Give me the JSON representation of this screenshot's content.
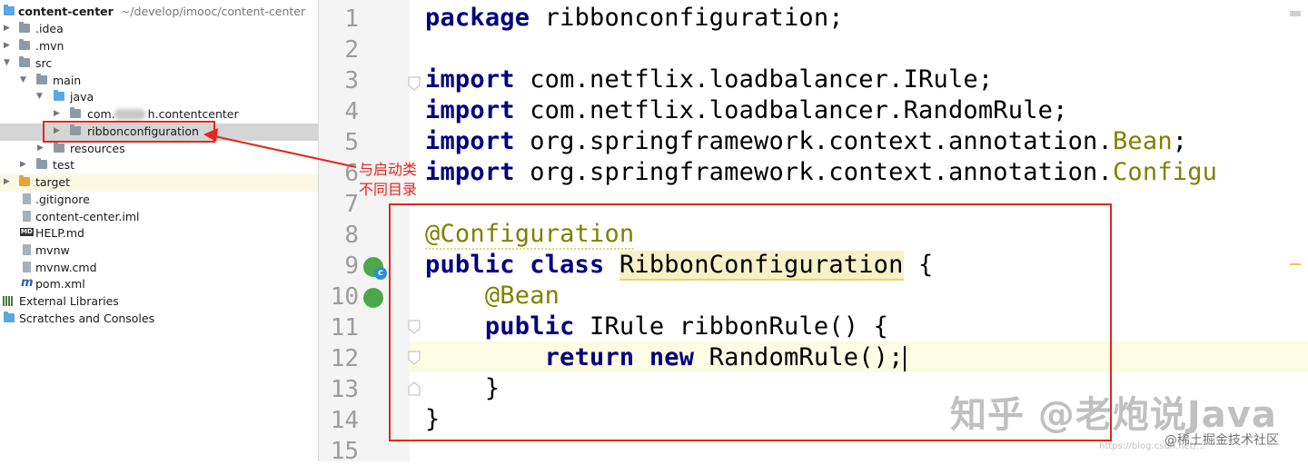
{
  "project_tree": {
    "root": {
      "name": "content-center",
      "path": "~/develop/imooc/content-center"
    },
    "items": [
      {
        "label": ".idea"
      },
      {
        "label": ".mvn"
      },
      {
        "label": "src"
      },
      {
        "label": "main"
      },
      {
        "label": "java"
      },
      {
        "label_left": "com.",
        "label_right": "h.contentcenter"
      },
      {
        "label": "ribbonconfiguration"
      },
      {
        "label": "resources"
      },
      {
        "label": "test"
      },
      {
        "label": "target"
      },
      {
        "label": ".gitignore"
      },
      {
        "label": "content-center.iml"
      },
      {
        "label": "HELP.md"
      },
      {
        "label": "mvnw"
      },
      {
        "label": "mvnw.cmd"
      },
      {
        "label": "pom.xml"
      },
      {
        "label": "External Libraries"
      },
      {
        "label": "Scratches and Consoles"
      }
    ]
  },
  "annotation": {
    "line1": "与启动类",
    "line2": "不同目录"
  },
  "editor": {
    "line_numbers": [
      "1",
      "2",
      "3",
      "4",
      "5",
      "6",
      "7",
      "8",
      "9",
      "10",
      "11",
      "12",
      "13",
      "14",
      "15"
    ],
    "lines": [
      {
        "kw": "package",
        "text": " ribbonconfiguration;"
      },
      {
        "text": ""
      },
      {
        "kw": "import",
        "text": " com.netflix.loadbalancer.IRule;"
      },
      {
        "kw": "import",
        "text": " com.netflix.loadbalancer.RandomRule;"
      },
      {
        "kw": "import",
        "text": " org.springframework.context.annotation.",
        "ann": "Bean",
        "tail": ";"
      },
      {
        "kw": "import",
        "text": " org.springframework.context.annotation.",
        "ann": "Configu"
      },
      {
        "text": ""
      },
      {
        "ann": "@Configuration"
      },
      {
        "kw": "public class",
        "cls": "RibbonConfiguration",
        "tail": " {"
      },
      {
        "indent": "    ",
        "ann": "@Bean"
      },
      {
        "indent": "    ",
        "kw": "public",
        "text": " IRule ribbonRule() {"
      },
      {
        "indent": "        ",
        "kw": "return new",
        "text": " RandomRule();"
      },
      {
        "indent": "    ",
        "text": "}"
      },
      {
        "text": "}"
      },
      {
        "text": ""
      }
    ]
  },
  "watermark": {
    "main": "知乎 @老炮说Java",
    "sub": "@稀土掘金技术社区",
    "url": "https://blog.csdn.net/..."
  },
  "colors": {
    "keyword": "#000080",
    "annotation": "#808000",
    "annotation_frame": "#e4261d",
    "line_number": "#9c9c9c"
  }
}
